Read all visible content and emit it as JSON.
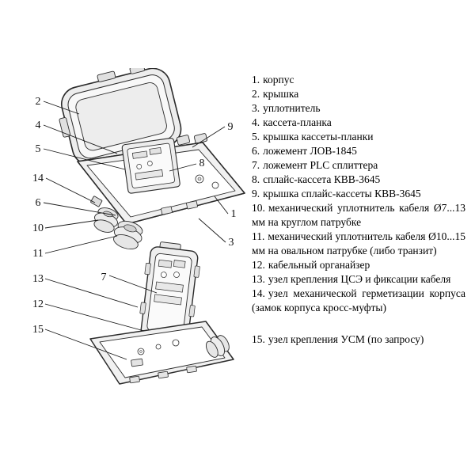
{
  "diagram": {
    "callouts": [
      {
        "label": "2"
      },
      {
        "label": "4"
      },
      {
        "label": "5"
      },
      {
        "label": "14"
      },
      {
        "label": "6"
      },
      {
        "label": "10"
      },
      {
        "label": "11"
      },
      {
        "label": "13"
      },
      {
        "label": "12"
      },
      {
        "label": "15"
      },
      {
        "label": "9"
      },
      {
        "label": "8"
      },
      {
        "label": "1"
      },
      {
        "label": "3"
      },
      {
        "label": "7"
      }
    ]
  },
  "legend": {
    "items": [
      {
        "num": "1.",
        "text": "корпус"
      },
      {
        "num": "2.",
        "text": "крышка"
      },
      {
        "num": "3.",
        "text": "уплотнитель"
      },
      {
        "num": "4.",
        "text": "кассета-планка"
      },
      {
        "num": "5.",
        "text": "крышка кассеты-планки"
      },
      {
        "num": "6.",
        "text": "ложемент ЛОВ-1845"
      },
      {
        "num": "7.",
        "text": "ложемент PLC сплиттера"
      },
      {
        "num": "8.",
        "text": "сплайс-кассета КВВ-3645"
      },
      {
        "num": "9.",
        "text": "крышка сплайс-кассеты КВВ-3645"
      },
      {
        "num": "10.",
        "text": "механический уплотнитель кабеля Ø7...13 мм на круглом патрубке"
      },
      {
        "num": "11.",
        "text": "механический уплотнитель кабеля Ø10...15 мм на овальном патрубке (либо транзит)"
      },
      {
        "num": "12.",
        "text": "кабельный органайзер"
      },
      {
        "num": "13.",
        "text": "узел крепления ЦСЭ и фиксации кабеля"
      },
      {
        "num": "14.",
        "text": "узел механической герметизации корпуса (замок корпуса кросс-муфты)"
      },
      {
        "num": "15.",
        "text": "узел крепления УСМ (по запросу)"
      }
    ]
  }
}
